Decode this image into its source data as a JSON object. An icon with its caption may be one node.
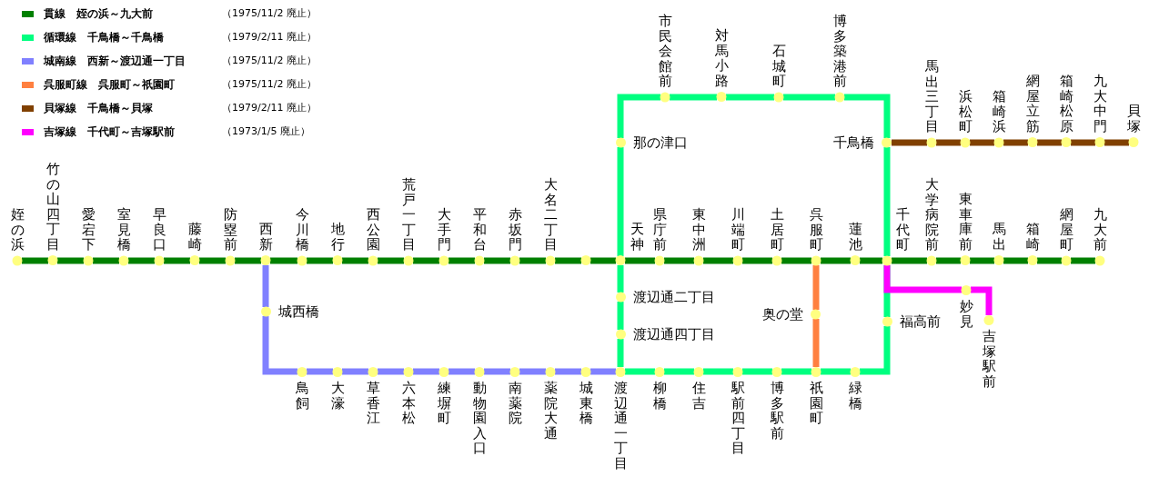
{
  "diagram": {
    "nodes": [
      {
        "text": [
          "姪の浜"
        ]
      },
      {
        "text": [
          "竹の山四丁目"
        ]
      },
      {
        "text": [
          "愛宕下"
        ]
      },
      {
        "text": [
          "室見橋"
        ]
      },
      {
        "text": [
          "早良口"
        ]
      },
      {
        "text": [
          "藤崎"
        ]
      },
      {
        "text": [
          "防塁前"
        ]
      },
      {
        "text": [
          "西新"
        ]
      },
      {
        "text": [
          "今川橋"
        ]
      },
      {
        "text": [
          "地行"
        ]
      },
      {
        "text": [
          "西公園"
        ]
      },
      {
        "text": [
          "荒戸一丁目"
        ]
      },
      {
        "text": [
          "大手門"
        ]
      },
      {
        "text": [
          "平和台"
        ]
      },
      {
        "text": [
          "赤坂門"
        ]
      },
      {
        "text": [
          "大名二丁目"
        ]
      },
      {
        "text": [],
        "shape": "circle"
      },
      {
        "text": [
          "天神"
        ]
      },
      {
        "text": [
          "県庁前"
        ]
      },
      {
        "text": [
          "東中洲"
        ]
      },
      {
        "text": [
          "川端町"
        ]
      },
      {
        "text": [
          "土居町"
        ]
      },
      {
        "text": [
          "呉服町"
        ]
      },
      {
        "text": [
          "蓮池"
        ]
      },
      {
        "text": [
          "千代町"
        ]
      },
      {
        "text": [
          "大学病院前"
        ]
      },
      {
        "text": [
          "東車庫前"
        ]
      },
      {
        "text": [
          "馬出"
        ]
      },
      {
        "text": [
          "箱崎"
        ]
      },
      {
        "text": [
          "網屋町"
        ]
      },
      {
        "text": [
          "九大前"
        ]
      },
      {
        "text": [
          "那の津口"
        ]
      },
      {
        "text": [
          "市民会館前"
        ]
      },
      {
        "text": [
          "対馬小路"
        ]
      },
      {
        "text": [
          "石城町"
        ]
      },
      {
        "text": [
          "博多築港前"
        ]
      },
      {
        "text": [
          "千鳥橋"
        ]
      },
      {
        "text": [
          "福高前"
        ]
      },
      {
        "text": [
          "緑橋"
        ]
      },
      {
        "text": [
          "祇園町"
        ]
      },
      {
        "text": [
          "博多駅前"
        ]
      },
      {
        "text": [
          "駅前四丁目"
        ]
      },
      {
        "text": [
          "住吉"
        ]
      },
      {
        "text": [
          "柳橋"
        ]
      },
      {
        "text": [
          "渡辺通一丁目"
        ]
      },
      {
        "text": [
          "渡辺通四丁目"
        ]
      },
      {
        "text": [
          "渡辺通二丁目"
        ]
      },
      {
        "text": [
          "城西橋"
        ]
      },
      {
        "text": [
          "鳥飼"
        ]
      },
      {
        "text": [
          "大濠"
        ]
      },
      {
        "text": [
          "草香江"
        ]
      },
      {
        "text": [
          "六本松"
        ]
      },
      {
        "text": [
          "練塀町"
        ]
      },
      {
        "text": [
          "動物園入口"
        ]
      },
      {
        "text": [
          "南薬院"
        ]
      },
      {
        "text": [
          "薬院大通"
        ]
      },
      {
        "text": [
          "城東橋"
        ]
      },
      {
        "text": [
          "奥の堂"
        ]
      },
      {
        "text": [
          "馬出三丁目"
        ]
      },
      {
        "text": [
          "浜松町"
        ]
      },
      {
        "text": [
          "箱崎浜"
        ]
      },
      {
        "text": [
          "網屋立筋"
        ]
      },
      {
        "text": [
          "箱崎松原"
        ]
      },
      {
        "text": [
          "九大中門"
        ]
      },
      {
        "text": [
          "貝塚"
        ]
      },
      {
        "text": [
          "妙見"
        ]
      },
      {
        "text": [
          "吉塚駅前"
        ]
      }
    ],
    "edges": [
      {
        "from": 0,
        "to": 1,
        "arrow": "none"
      },
      {
        "from": 1,
        "to": 2,
        "arrow": "none"
      },
      {
        "from": 2,
        "to": 3,
        "arrow": "none"
      },
      {
        "from": 3,
        "to": 4,
        "arrow": "none"
      },
      {
        "from": 4,
        "to": 5,
        "arrow": "none"
      },
      {
        "from": 5,
        "to": 6,
        "arrow": "none"
      },
      {
        "from": 6,
        "to": 7,
        "arrow": "none"
      },
      {
        "from": 7,
        "to": 8,
        "arrow": "none"
      },
      {
        "from": 8,
        "to": 9,
        "arrow": "none"
      },
      {
        "from": 9,
        "to": 10,
        "arrow": "none"
      },
      {
        "from": 10,
        "to": 11,
        "arrow": "none"
      },
      {
        "from": 11,
        "to": 12,
        "arrow": "none"
      },
      {
        "from": 12,
        "to": 13,
        "arrow": "none"
      },
      {
        "from": 13,
        "to": 14,
        "arrow": "none"
      },
      {
        "from": 14,
        "to": 15,
        "arrow": "none"
      },
      {
        "from": 15,
        "to": 16,
        "arrow": "none"
      },
      {
        "from": 16,
        "to": 17,
        "arrow": "none"
      },
      {
        "from": 17,
        "to": 18,
        "arrow": "none"
      },
      {
        "from": 18,
        "to": 19,
        "arrow": "none"
      },
      {
        "from": 19,
        "to": 20,
        "arrow": "none"
      },
      {
        "from": 20,
        "to": 21,
        "arrow": "none"
      },
      {
        "from": 21,
        "to": 22,
        "arrow": "none"
      },
      {
        "from": 22,
        "to": 23,
        "arrow": "none"
      },
      {
        "from": 23,
        "to": 24,
        "arrow": "none"
      },
      {
        "from": 24,
        "to": 25,
        "arrow": "none"
      },
      {
        "from": 25,
        "to": 26,
        "arrow": "none"
      },
      {
        "from": 26,
        "to": 27,
        "arrow": "none"
      },
      {
        "from": 27,
        "to": 28,
        "arrow": "none"
      },
      {
        "from": 28,
        "to": 29,
        "arrow": "none"
      },
      {
        "from": 29,
        "to": 30,
        "arrow": "none"
      },
      {
        "from": 17,
        "to": 31,
        "arrow": "none",
        "color": "#00ff80"
      },
      {
        "from": 31,
        "to": 32,
        "arrow": "none",
        "color": "#00ff80"
      },
      {
        "from": 32,
        "to": 33,
        "arrow": "none",
        "color": "#00ff80"
      },
      {
        "from": 33,
        "to": 34,
        "arrow": "none",
        "color": "#00ff80"
      },
      {
        "from": 34,
        "to": 35,
        "arrow": "none",
        "color": "#00ff80"
      },
      {
        "from": 35,
        "to": 36,
        "arrow": "none",
        "color": "#00ff80"
      },
      {
        "from": 36,
        "to": 24,
        "arrow": "none",
        "color": "#00ff80"
      },
      {
        "from": 24,
        "to": 37,
        "arrow": "none",
        "color": "#00ff80"
      },
      {
        "from": 37,
        "to": 38,
        "arrow": "none",
        "color": "#00ff80"
      },
      {
        "from": 38,
        "to": 39,
        "arrow": "none",
        "color": "#00ff80"
      },
      {
        "from": 39,
        "to": 40,
        "arrow": "none",
        "color": "#00ff80"
      },
      {
        "from": 40,
        "to": 41,
        "arrow": "none",
        "color": "#00ff80"
      },
      {
        "from": 41,
        "to": 42,
        "arrow": "none",
        "color": "#00ff80"
      },
      {
        "from": 42,
        "to": 43,
        "arrow": "none",
        "color": "#00ff80"
      },
      {
        "from": 43,
        "to": 44,
        "arrow": "none",
        "color": "#00ff80"
      },
      {
        "from": 44,
        "to": 45,
        "arrow": "none",
        "color": "#00ff80"
      },
      {
        "from": 45,
        "to": 46,
        "arrow": "none",
        "color": "#00ff80"
      },
      {
        "from": 46,
        "to": 17,
        "arrow": "none",
        "color": "#00ff80"
      },
      {
        "from": 7,
        "to": 47,
        "arrow": "none",
        "color": "#8080ff"
      },
      {
        "from": 47,
        "to": 48,
        "arrow": "none",
        "color": "#8080ff"
      },
      {
        "from": 48,
        "to": 49,
        "arrow": "none",
        "color": "#8080ff"
      },
      {
        "from": 49,
        "to": 50,
        "arrow": "none",
        "color": "#8080ff"
      },
      {
        "from": 50,
        "to": 51,
        "arrow": "none",
        "color": "#8080ff"
      },
      {
        "from": 51,
        "to": 52,
        "arrow": "none",
        "color": "#8080ff"
      },
      {
        "from": 52,
        "to": 53,
        "arrow": "none",
        "color": "#8080ff"
      },
      {
        "from": 53,
        "to": 54,
        "arrow": "none",
        "color": "#8080ff"
      },
      {
        "from": 54,
        "to": 55,
        "arrow": "none",
        "color": "#8080ff"
      },
      {
        "from": 55,
        "to": 56,
        "arrow": "none",
        "color": "#8080ff"
      },
      {
        "from": 56,
        "to": 44,
        "arrow": "none",
        "color": "#8080ff"
      },
      {
        "from": 22,
        "to": 57,
        "arrow": "none",
        "color": "#ff8040"
      },
      {
        "from": 57,
        "to": 39,
        "arrow": "none",
        "color": "#ff8040"
      },
      {
        "from": 36,
        "to": 58,
        "arrow": "none",
        "color": "#804000"
      },
      {
        "from": 58,
        "to": 59,
        "arrow": "none",
        "color": "#804000"
      },
      {
        "from": 59,
        "to": 60,
        "arrow": "none",
        "color": "#804000"
      },
      {
        "from": 60,
        "to": 61,
        "arrow": "none",
        "color": "#804000"
      },
      {
        "from": 61,
        "to": 62,
        "arrow": "none",
        "color": "#804000"
      },
      {
        "from": 62,
        "to": 63,
        "arrow": "none",
        "color": "#804000"
      },
      {
        "from": 63,
        "to": 64,
        "arrow": "none",
        "color": "#804000"
      },
      {
        "from": 24,
        "to": 65,
        "arrow": "none",
        "color": "#ff00ff"
      },
      {
        "from": 65,
        "to": 66,
        "arrow": "none",
        "color": "#ff00ff"
      }
    ],
    "labels": [
      "（1975/11/2 廃止）",
      "（1979/2/11 廃止）",
      "（1975/11/2 廃止）",
      "（1975/11/2 廃止）",
      "（1979/2/11 廃止）",
      "（1973/1/5 廃止）"
    ],
    "legend": [
      {
        "text": "貫線　姪の浜～九大前",
        "color": "#008000"
      },
      {
        "text": "循環線　千鳥橋～千鳥橋",
        "color": "#00ff80"
      },
      {
        "text": "城南線　西新～渡辺通一丁目",
        "color": "#8080ff"
      },
      {
        "text": "呉服町線　呉服町～祇園町",
        "color": "#ff8040"
      },
      {
        "text": "貝塚線　千鳥橋～貝塚",
        "color": "#804000"
      },
      {
        "text": "吉塚線　千代町～吉塚駅前",
        "color": "#ff00ff"
      }
    ]
  }
}
